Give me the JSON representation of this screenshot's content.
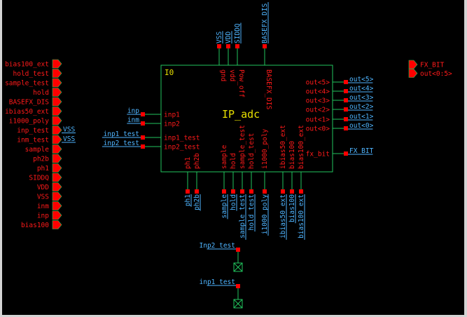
{
  "colors": {
    "background": "#000000",
    "frame": "#d4d4d4",
    "wire": "#22c55e",
    "pin": "#ff0000",
    "pin_label": "#ff1a1a",
    "net_label": "#4fb5ff",
    "instance_text": "#e8e000"
  },
  "schematic": {
    "input_pins": [
      "bias100_ext",
      "hold_test",
      "sample_test",
      "hold",
      "BASEFX_DIS",
      "ibias50_ext",
      "i1000_poly",
      "inp_test",
      "inm_test",
      "sample",
      "ph2b",
      "ph1",
      "SIDDQ",
      "VDD",
      "VSS",
      "inm",
      "inp",
      "bias100"
    ],
    "input_pin_nets": [
      {
        "pin": "inp_test",
        "net": "VSS"
      },
      {
        "pin": "inm_test",
        "net": "VSS"
      }
    ],
    "output_pins": [
      "FX_BIT",
      "out<0:5>"
    ],
    "instance": {
      "name": "I0",
      "cell": "IP_adc",
      "top_pins": [
        {
          "pin": "gnd",
          "net": "VSS"
        },
        {
          "pin": "vdd",
          "net": "VDD"
        },
        {
          "pin": "Pow_off",
          "net": "SIDDQ"
        },
        {
          "pin": "BASEFX_DIS",
          "net": "BASEFX_DIS"
        }
      ],
      "left_pins": [
        {
          "pin": "inp1",
          "net": "inp"
        },
        {
          "pin": "inp2",
          "net": "inm"
        },
        {
          "pin": "inp1_test",
          "net": "inp1_test"
        },
        {
          "pin": "inp2_test",
          "net": "inp2_test"
        }
      ],
      "right_pins": [
        {
          "pin": "out<5>",
          "net": "out<5>"
        },
        {
          "pin": "out<4>",
          "net": "out<4>"
        },
        {
          "pin": "out<3>",
          "net": "out<3>"
        },
        {
          "pin": "out<2>",
          "net": "out<2>"
        },
        {
          "pin": "out<1>",
          "net": "out<1>"
        },
        {
          "pin": "out<0>",
          "net": "out<0>"
        },
        {
          "pin": "fx_bit",
          "net": "FX_BIT"
        }
      ],
      "bottom_pins": [
        {
          "pin": "ph1",
          "net": "ph1"
        },
        {
          "pin": "ph2b",
          "net": "ph2b"
        },
        {
          "pin": "sample",
          "net": "sample"
        },
        {
          "pin": "hold",
          "net": "hold"
        },
        {
          "pin": "sample_test",
          "net": "sample_test"
        },
        {
          "pin": "hold_test",
          "net": "hold_test"
        },
        {
          "pin": "i1000_poly",
          "net": "i1000_poly"
        },
        {
          "pin": "ibias50_ext",
          "net": "ibias50_ext"
        },
        {
          "pin": "bias100",
          "net": "bias100"
        },
        {
          "pin": "bias100_ext",
          "net": "bias100_ext"
        }
      ]
    },
    "noconn": [
      {
        "net": "Inp2_test"
      },
      {
        "net": "inp1_test"
      }
    ]
  }
}
